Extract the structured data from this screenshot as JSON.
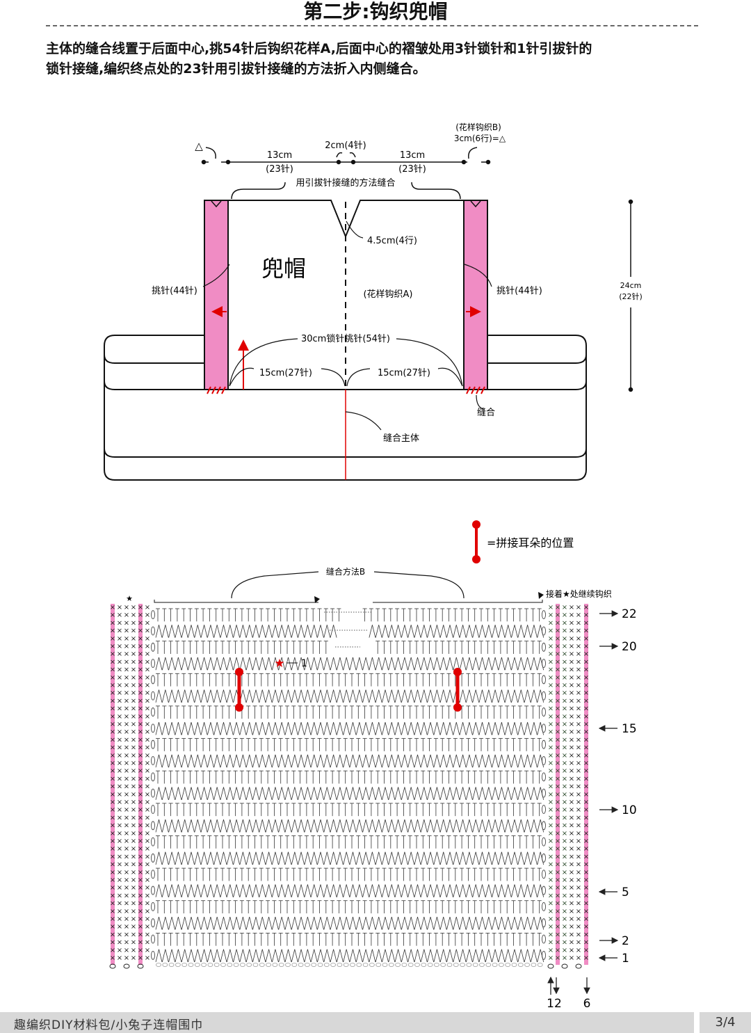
{
  "header": {
    "title": "第二步:钩织兜帽"
  },
  "intro": {
    "line1": "主体的缝合线置于后面中心,挑54针后钩织花样A,后面中心的褶皱处用3针锁针和1针引拔针的",
    "line2": "锁针接缝,编织终点处的23针用引拔针接缝的方法折入内侧缝合。"
  },
  "diagram": {
    "pattern_b_label": "(花样钩织B)",
    "pattern_b_size": "3cm(6行)=△",
    "triangle_left": "△",
    "dim_left_cm": "13cm",
    "dim_left_st": "(23针)",
    "dim_mid_cm": "2cm(4针)",
    "dim_right_cm": "13cm",
    "dim_right_st": "(23针)",
    "seam_top": "用引拔针接缝的方法缝合",
    "v_depth": "4.5cm(4行)",
    "hood": "兜帽",
    "pickup_left": "挑针(44针)",
    "pickup_right": "挑针(44针)",
    "pattern_a": "(花样钩织A)",
    "height_cm": "24cm",
    "height_rows": "(22针)",
    "chain_pickup": "30cm锁针挑针(54针)",
    "half_left": "15cm(27针)",
    "half_right": "15cm(27针)",
    "seam": "缝合",
    "seam_body": "缝合主体"
  },
  "chart": {
    "legend_text": "=拼接耳朵的位置",
    "seam_method_b": "缝合方法B",
    "continue_note": "接着★处继续钩织",
    "star": "★",
    "marker_1": "1",
    "row_labels": [
      "22",
      "20",
      "15",
      "10",
      "5",
      "2",
      "1"
    ],
    "bottom_labels": [
      "12",
      "6"
    ]
  },
  "footer": {
    "left": "趣编织DIY材料包/小兔子连帽围巾",
    "page": "3/4"
  },
  "colors": {
    "pink": "#f08cc4",
    "red": "#e00000",
    "grid": "#222222"
  }
}
